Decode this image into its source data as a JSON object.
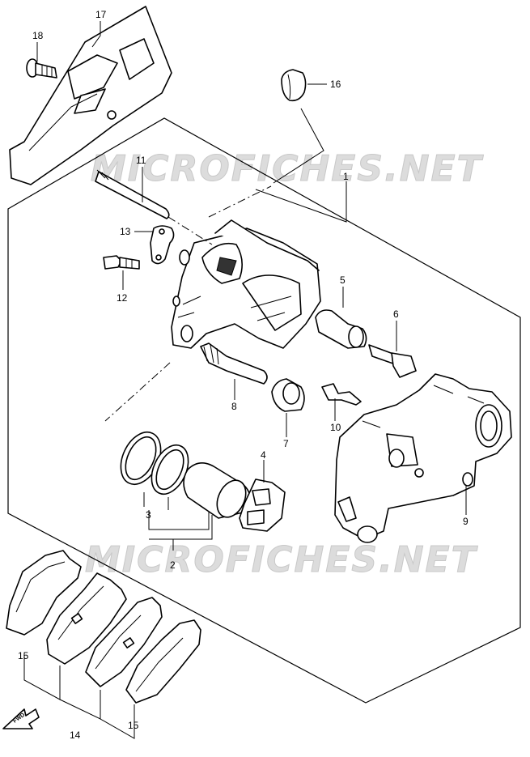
{
  "watermark": "MICROFICHES.NET",
  "direction_marker": "FWD",
  "callouts": {
    "c1": "1",
    "c2": "2",
    "c3": "3",
    "c4": "4",
    "c5": "5",
    "c6": "6",
    "c7": "7",
    "c8": "8",
    "c9": "9",
    "c10": "10",
    "c11": "11",
    "c12": "12",
    "c13": "13",
    "c14": "14",
    "c15a": "15",
    "c15b": "15",
    "c16": "16",
    "c17": "17",
    "c18": "18"
  }
}
